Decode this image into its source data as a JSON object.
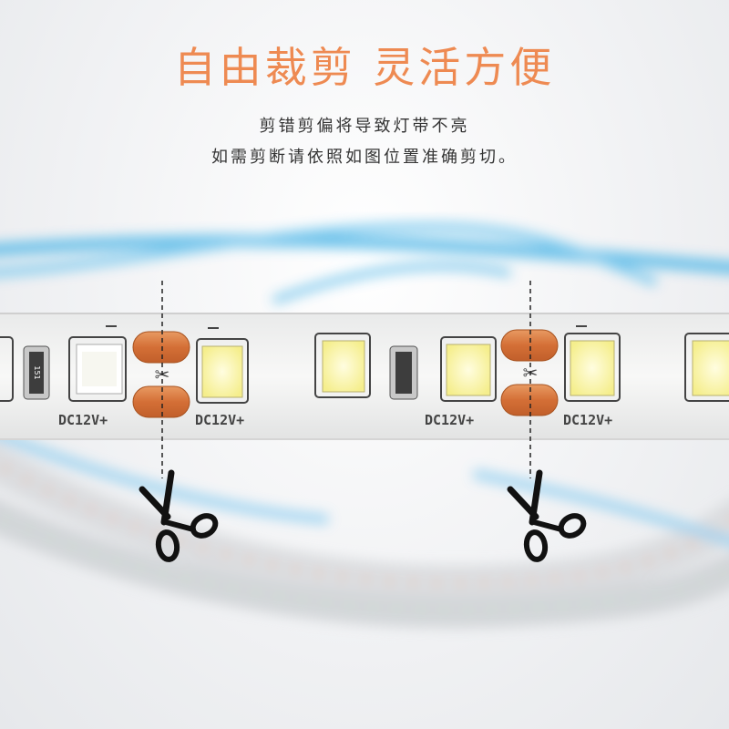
{
  "headline": "自由裁剪 灵活方便",
  "subtitle_line1": "剪错剪偏将导致灯带不亮",
  "subtitle_line2": "如需剪断请依照如图位置准确剪切。",
  "strip": {
    "label": "DC12V+",
    "resistor_code": "151"
  },
  "colors": {
    "headline": "#ee8a52",
    "text": "#333333",
    "copper_pad": "#d9773f",
    "strip_pcb": "#f5f5f4",
    "blue_wire": "#4fb3e6",
    "led_yellow": "#f7f19a"
  },
  "icons": [
    "scissors-icon",
    "scissors-icon"
  ]
}
